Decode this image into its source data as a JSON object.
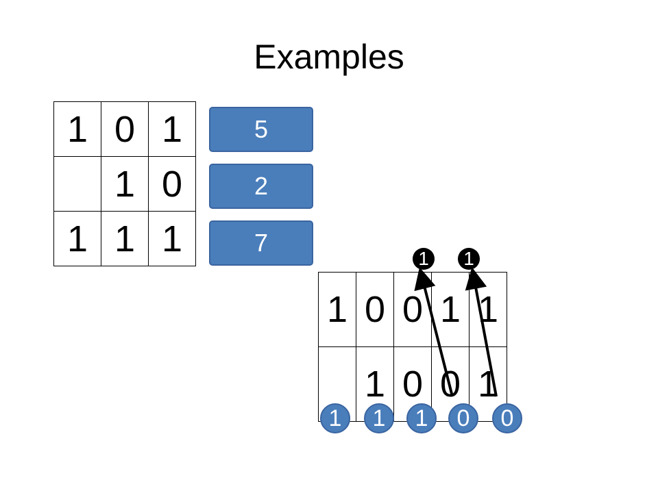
{
  "title": "Examples",
  "grid1": [
    [
      "1",
      "0",
      "1"
    ],
    [
      "",
      "1",
      "0"
    ],
    [
      "1",
      "1",
      "1"
    ]
  ],
  "buttons": [
    "5",
    "2",
    "7"
  ],
  "grid2": [
    [
      "1",
      "0",
      "0",
      "1",
      "1"
    ],
    [
      "",
      "1",
      "0",
      "0",
      "1"
    ]
  ],
  "carries": [
    "1",
    "1"
  ],
  "result": [
    "1",
    "1",
    "1",
    "0",
    "0"
  ],
  "colors": {
    "accent": "#4a7ebb",
    "carry": "#000000"
  }
}
